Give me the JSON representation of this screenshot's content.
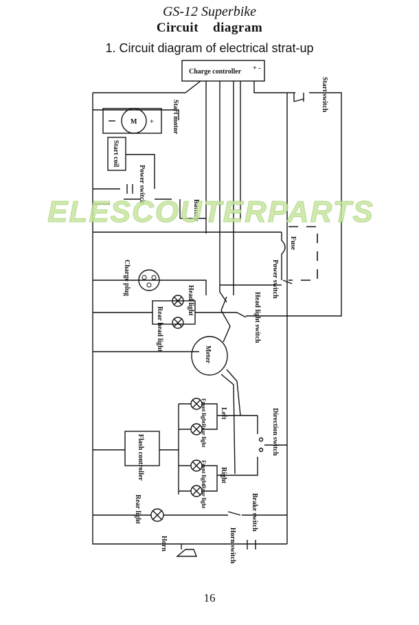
{
  "header": {
    "title": "GS-12 Superbike",
    "subtitle": "Circuit    diagram",
    "section": "1.  Circuit diagram of electrical strat-up"
  },
  "watermark": "ELESCOUTERPARTS",
  "page_number": "16",
  "components": {
    "charge_controller": "Charge controller",
    "charge_controller_polarity": "+ -",
    "start_switch": "Start switch",
    "start_motor": "Start motor",
    "motor_symbol": "M",
    "motor_minus": "—",
    "motor_plus": "+",
    "start_coil": "Start coil",
    "power_switch_left": "Power switch",
    "battery": "Battery",
    "fuse": "Fuse",
    "power_switch_right": "Power switch",
    "charge_plug": "Charge plug",
    "head_light": "Head light",
    "rear_head_light": "Rear head light",
    "head_light_switch": "Head light switch",
    "meter": "Meter",
    "front_light_left": "Front light",
    "rear_light_left": "Rear light",
    "left": "Left",
    "direction_switch": "Direction switch",
    "flash_controller": "Flash controller",
    "front_light_right": "Front light",
    "rear_light_right": "Rear light",
    "right": "Right",
    "rear_light": "Rear light",
    "brake_switch": "Brake switch",
    "horn": "Horn",
    "horn_switch": "Horn switch"
  }
}
